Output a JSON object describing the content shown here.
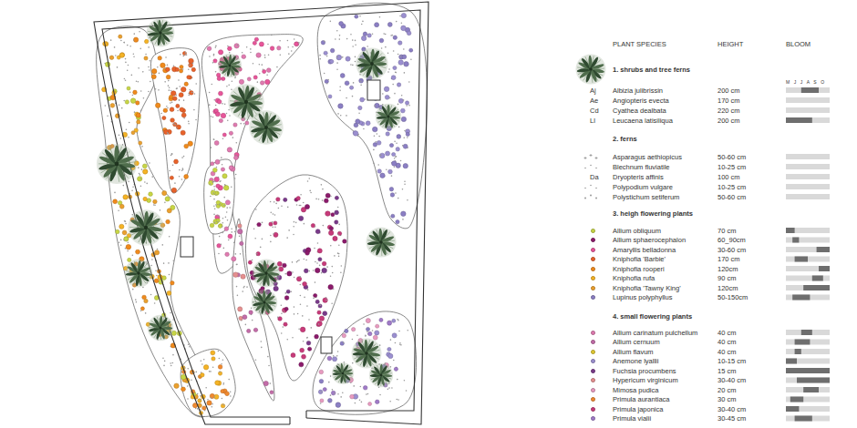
{
  "diagram": {
    "labels": [
      "PLANT SPECIES",
      "HEIGHT",
      "BLOOM",
      "1. shrubs and tree ferns",
      "M J J A S O",
      "Aj",
      "200 cm",
      "Ae",
      "170 cm",
      "Cd",
      "220 cm",
      "Ll",
      "200 cm",
      "2. ferns",
      "50-60 cm",
      "10-25 cm",
      "Da",
      "100 cm",
      "10-25 cm",
      "50-60 cm",
      "3. heigh flowering plants",
      "70 cm",
      "60_90cm",
      "30-60 cm",
      "170 cm",
      "120cm",
      "90 cm",
      "120cm",
      "50-150cm",
      "4. small flowering plants",
      "40 cm",
      "40 cm",
      "40 cm",
      "10-15 cm",
      "15 cm",
      "30-40 cm",
      "20 cm",
      "30 cm",
      "30-40 cm",
      "30-45 cm"
    ],
    "legend": [
      {
        "text": "Albizia julibrissin"
      },
      {
        "text": "Angiopteris evecta"
      },
      {
        "text": "Cyathea dealbata"
      },
      {
        "text": "Leucaena latisiliqua"
      },
      {
        "text": "Asparagus aethiopicus"
      },
      {
        "text": "Blechnum fluviatile"
      },
      {
        "text": "Dryopteris affinis"
      },
      {
        "text": "Polypodium vulgare"
      },
      {
        "text": "Polystichum setiferum"
      },
      {
        "text": "Allium obliquum",
        "color": "#c8d645"
      },
      {
        "text": "Allium sphaerocephalon",
        "color": "#8b1a6b"
      },
      {
        "text": "Amaryllis belladonna",
        "color": "#e8559a"
      },
      {
        "text": "Kniphofia 'Barbie'",
        "color": "#e8622a"
      },
      {
        "text": "Kniphofia rooperi",
        "color": "#f08a1c"
      },
      {
        "text": "Kniphofia rufa",
        "color": "#f5b325"
      },
      {
        "text": "Kniphofia 'Tawny King'",
        "color": "#eba02e"
      },
      {
        "text": "Lupinus polyphyllus",
        "color": "#8b7fc4"
      },
      {
        "text": "Allium carinatum pulchellum",
        "color": "#e07ab0"
      },
      {
        "text": "Allium cernuum",
        "color": "#c36ca8"
      },
      {
        "text": "Allium flavum",
        "color": "#e0c830"
      },
      {
        "text": "Anemone lyallii",
        "color": "#9b8fd0"
      },
      {
        "text": "Fuchsia procumbens",
        "color": "#7a3a8a"
      },
      {
        "text": "Hypericum virginicum",
        "color": "#e58f8f"
      },
      {
        "text": "Mimosa pudica",
        "color": "#e89ac0"
      },
      {
        "text": "Primula aurantiaca",
        "color": "#f08a30"
      },
      {
        "text": "Primula japonica",
        "color": "#c83a7a"
      },
      {
        "text": "Primula vialii",
        "color": "#a07ac8"
      }
    ]
  }
}
